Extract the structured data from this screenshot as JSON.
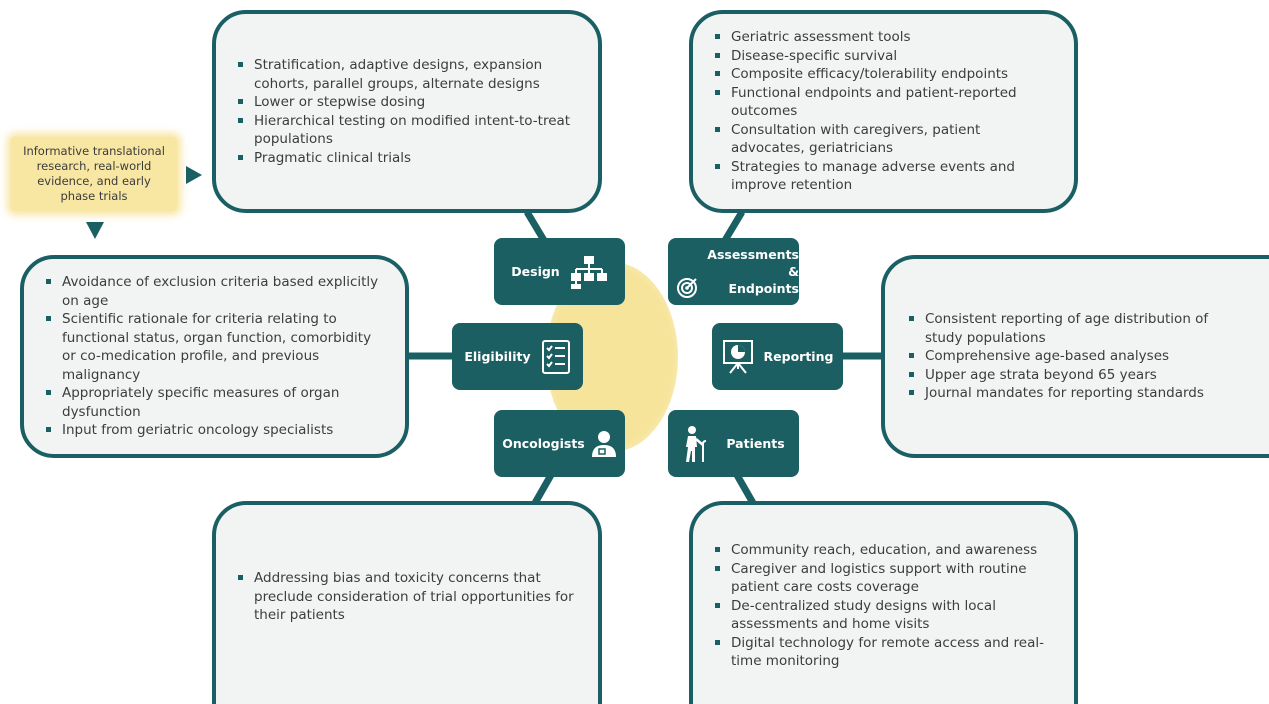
{
  "note": "Informative translational research, real-world evidence, and early phase trials",
  "hubs": {
    "design": "Design",
    "assessments_line1": "Assessments &",
    "assessments_line2": "Endpoints",
    "eligibility": "Eligibility",
    "reporting": "Reporting",
    "oncologists": "Oncologists",
    "patients": "Patients"
  },
  "icons": {
    "design": "org-chart-icon",
    "assessments": "target-icon",
    "eligibility": "checklist-icon",
    "reporting": "presentation-chart-icon",
    "oncologists": "doctor-icon",
    "patients": "elderly-person-icon"
  },
  "colors": {
    "teal": "#1a5f63",
    "box_fill": "#f2f4f4",
    "highlight": "#f6e49a"
  },
  "boxes": {
    "design": [
      "Stratification, adaptive designs, expansion cohorts, parallel groups, alternate designs",
      "Lower or stepwise dosing",
      "Hierarchical testing on modified intent-to-treat populations",
      "Pragmatic clinical trials"
    ],
    "assessments": [
      "Geriatric assessment tools",
      "Disease-specific survival",
      "Composite efficacy/tolerability endpoints",
      "Functional endpoints and patient-reported outcomes",
      "Consultation with caregivers, patient advocates, geriatricians",
      "Strategies to manage adverse events and improve retention"
    ],
    "eligibility": [
      "Avoidance of exclusion criteria based explicitly on age",
      "Scientific rationale for criteria relating to functional status, organ function, comorbidity or co-medication profile, and previous malignancy",
      "Appropriately specific measures of organ dysfunction",
      "Input from geriatric oncology specialists"
    ],
    "reporting": [
      "Consistent reporting of age distribution of study populations",
      "Comprehensive age-based analyses",
      "Upper age strata beyond 65 years",
      "Journal mandates for reporting standards"
    ],
    "oncologists": [
      "Addressing bias and toxicity concerns that preclude consideration of trial opportunities for their patients"
    ],
    "patients": [
      "Community reach, education, and awareness",
      "Caregiver and logistics support with routine patient care costs coverage",
      "De-centralized study designs with local assessments and home visits",
      "Digital technology for remote access and real-time monitoring"
    ]
  }
}
